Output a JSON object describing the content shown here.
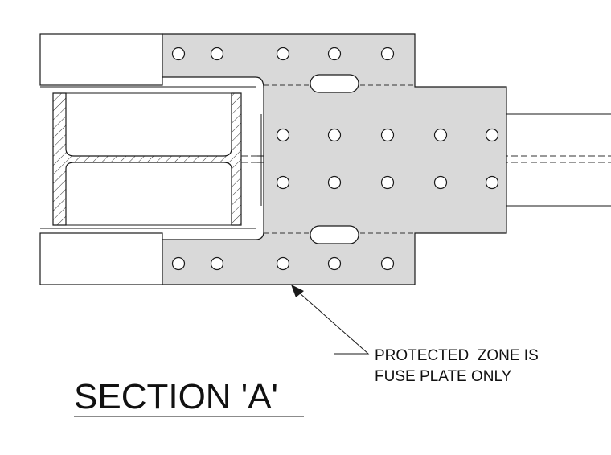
{
  "drawing": {
    "section_title": "SECTION 'A'",
    "note": {
      "line1": "PROTECTED  ZONE IS",
      "line2": "FUSE PLATE ONLY"
    },
    "colors": {
      "plate_fill": "#d9d9d9",
      "line": "#1a1a1a",
      "background": "#ffffff"
    }
  }
}
